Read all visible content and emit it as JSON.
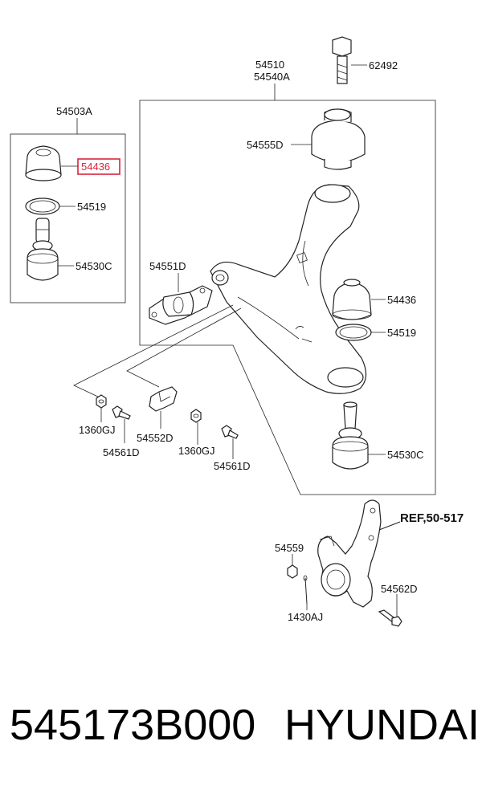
{
  "labels": {
    "assy_group": "54503A",
    "arm_top1": "54510",
    "arm_top2": "54540A",
    "bolt_top": "62492",
    "bushing_upper": "54555D",
    "highlight": "54436",
    "ring_left": "54519",
    "joint_left": "54530C",
    "bushing_front": "54551D",
    "cover_right": "54436",
    "ring_right": "54519",
    "joint_right": "54530C",
    "nut1": "1360GJ",
    "bracket": "54552D",
    "bolt1": "54561D",
    "nut2": "1360GJ",
    "bolt2": "54561D",
    "ref": "REF,50-517",
    "nut_knuckle": "54559",
    "pin": "1430AJ",
    "bolt_knuckle": "54562D"
  },
  "colors": {
    "highlight": "#d7263d"
  },
  "footer": {
    "part_number": "545173B000",
    "brand": "HYUNDAI"
  }
}
